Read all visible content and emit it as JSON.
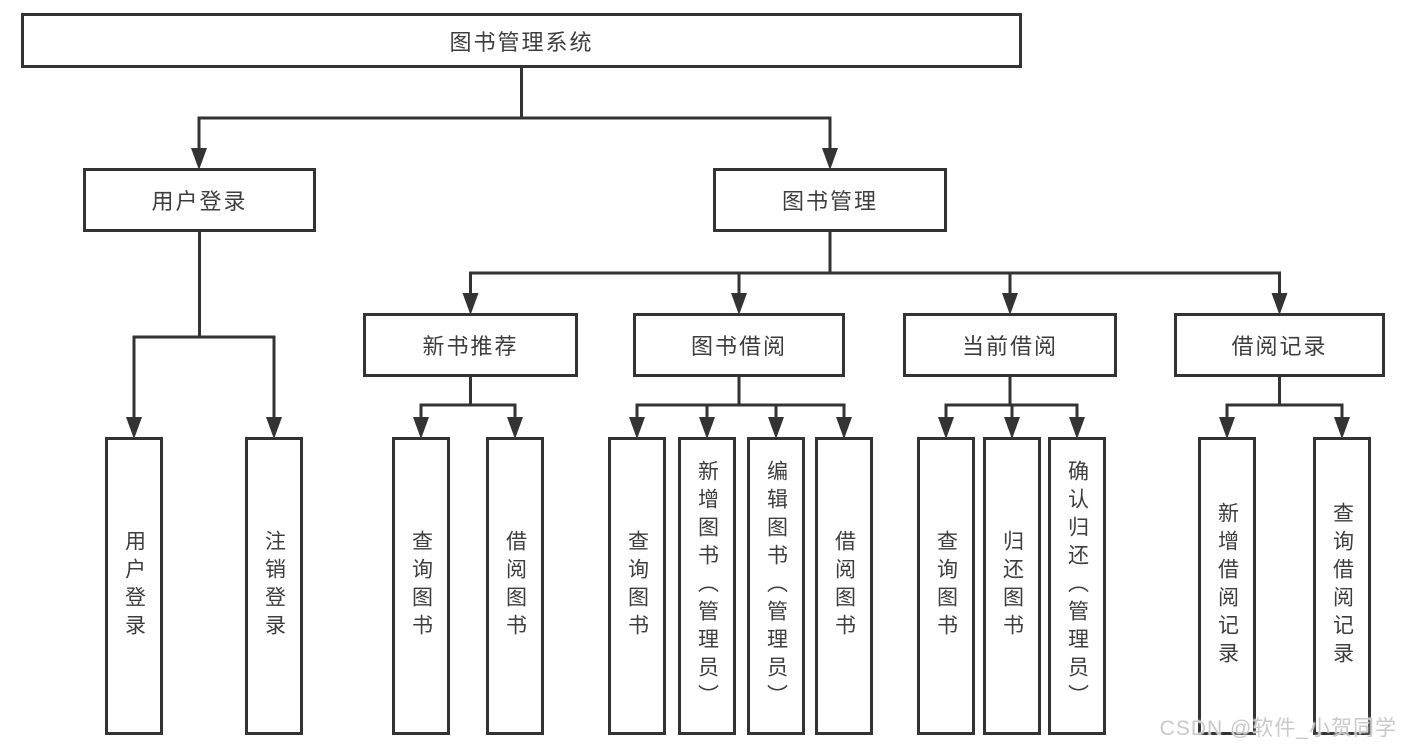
{
  "diagram_type": "hierarchy-tree",
  "tree": {
    "label": "图书管理系统",
    "children": [
      {
        "label": "用户登录",
        "children": [
          {
            "label": "用户登录"
          },
          {
            "label": "注销登录"
          }
        ]
      },
      {
        "label": "图书管理",
        "children": [
          {
            "label": "新书推荐",
            "children": [
              {
                "label": "查询图书"
              },
              {
                "label": "借阅图书"
              }
            ]
          },
          {
            "label": "图书借阅",
            "children": [
              {
                "label": "查询图书"
              },
              {
                "label": "新增图书（管理员）"
              },
              {
                "label": "编辑图书（管理员）"
              },
              {
                "label": "借阅图书"
              }
            ]
          },
          {
            "label": "当前借阅",
            "children": [
              {
                "label": "查询图书"
              },
              {
                "label": "归还图书"
              },
              {
                "label": "确认归还（管理员）"
              }
            ]
          },
          {
            "label": "借阅记录",
            "children": [
              {
                "label": "新增借阅记录"
              },
              {
                "label": "查询借阅记录"
              }
            ]
          }
        ]
      }
    ]
  },
  "watermark": "CSDN @软件_小贺同学",
  "colors": {
    "line": "#333333",
    "box_fill": "#ffffff",
    "text": "#3d3d3d",
    "watermark": "#c9c9c9",
    "page_bg": "#ffffff"
  }
}
